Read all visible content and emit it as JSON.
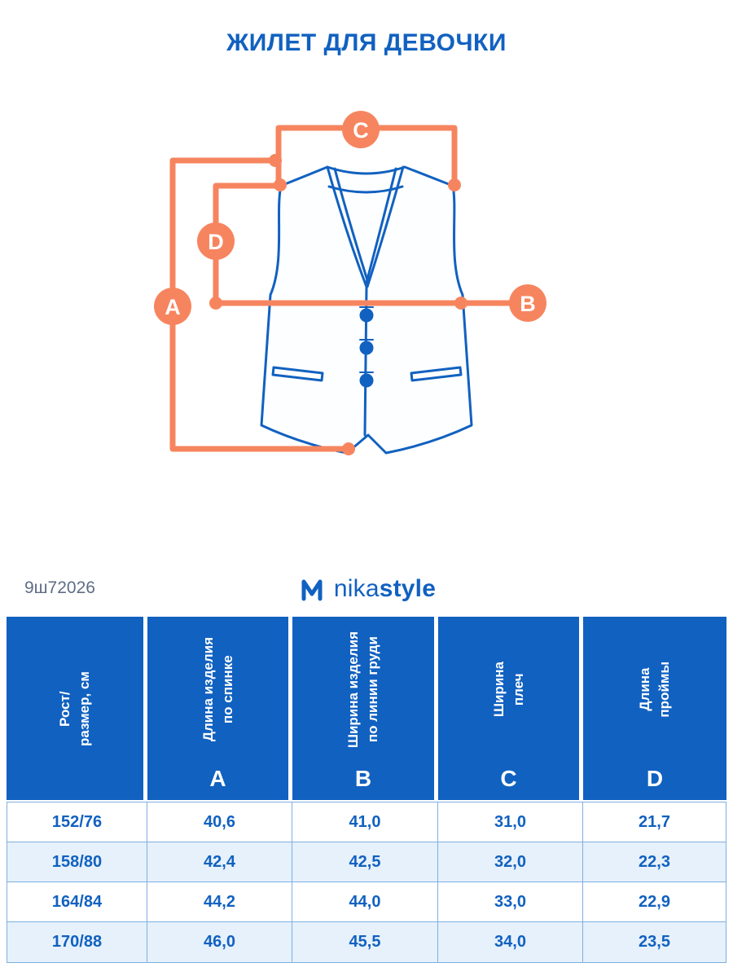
{
  "title": "ЖИЛЕТ ДЛЯ ДЕВОЧКИ",
  "article": "9ш72026",
  "brand": {
    "name_regular": "nika",
    "name_bold": "style"
  },
  "colors": {
    "primary": "#1161c0",
    "accent": "#f6855f",
    "row_alt": "#e6f1fc",
    "grid_line": "#7fafdf",
    "article_gray": "#5f6d85"
  },
  "diagram": {
    "labels": {
      "a": "A",
      "b": "B",
      "c": "C",
      "d": "D"
    }
  },
  "table": {
    "columns": [
      {
        "label": "Рост/\nразмер, см",
        "letter": ""
      },
      {
        "label": "Длина изделия\nпо спинке",
        "letter": "A"
      },
      {
        "label": "Ширина изделия\nпо линии груди",
        "letter": "B"
      },
      {
        "label": "Ширина\nплеч",
        "letter": "C"
      },
      {
        "label": "Длина\nпроймы",
        "letter": "D"
      }
    ],
    "rows": [
      {
        "size": "152/76",
        "values": [
          "40,6",
          "41,0",
          "31,0",
          "21,7"
        ]
      },
      {
        "size": "158/80",
        "values": [
          "42,4",
          "42,5",
          "32,0",
          "22,3"
        ]
      },
      {
        "size": "164/84",
        "values": [
          "44,2",
          "44,0",
          "33,0",
          "22,9"
        ]
      },
      {
        "size": "170/88",
        "values": [
          "46,0",
          "45,5",
          "34,0",
          "23,5"
        ]
      }
    ]
  }
}
